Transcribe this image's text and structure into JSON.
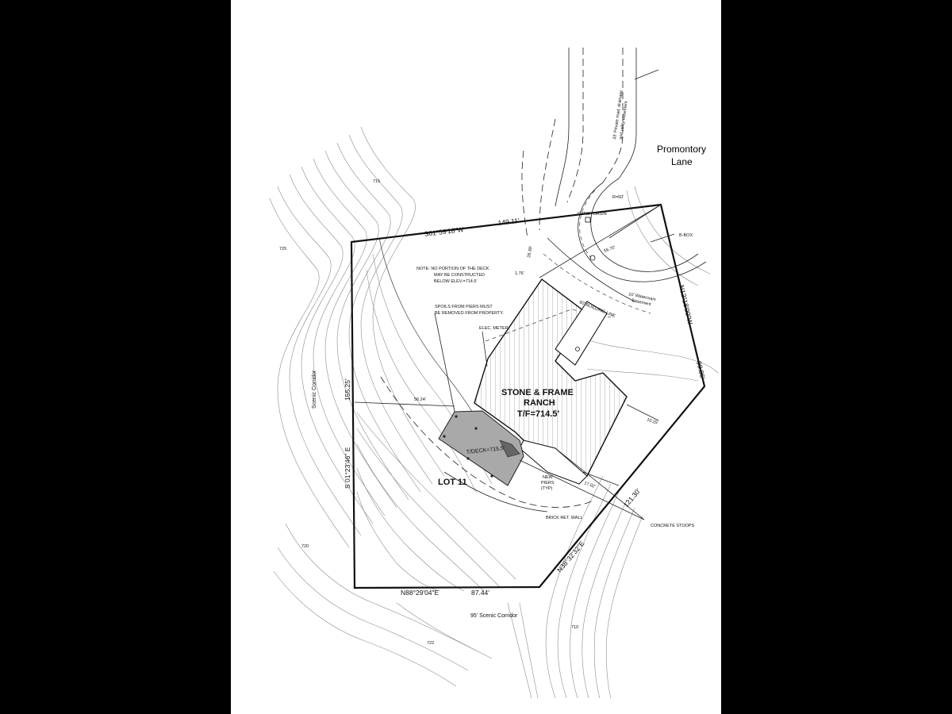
{
  "colors": {
    "background": "#000000",
    "paper": "#ffffff",
    "line": "#111111",
    "contour": "#8c8c8c",
    "deck_fill": "#a9a9a9"
  },
  "labels": {
    "road_name_1": "Promontory",
    "road_name_2": "Lane",
    "easement_1": "33' Private road, drainage",
    "easement_2": "and utility easement",
    "radius": "R=50'",
    "cb": "CATCH BASIN",
    "bbox": "B-BOX",
    "watermain_1": "10' Watermain",
    "watermain_2": "Easement",
    "bearing_north": "S61°59'18\"W",
    "dist_north": "149.11'",
    "bearing_east": "N12°18'00\"W",
    "dist_east": "90.86'",
    "bearing_west": "S 01°23'46\" E",
    "dist_west": "155.25'",
    "bearing_south": "N88°29'04\"E",
    "dist_south": "87.44'",
    "bearing_se": "N38°32'32\"E",
    "dist_se": "121.30'",
    "note_1": "NOTE: NO PORTION OF THE DECK",
    "note_2": "MAY BE CONSTRUCTED",
    "note_3": "BELOW ELEV.=714.5'",
    "spoils_1": "SPOILS FROM PIERS MUST",
    "spoils_2": "BE REMOVED FROM PROPERTY.",
    "elec_meter": "ELEC. METER",
    "house_1": "STONE & FRAME",
    "house_2": "RANCH",
    "house_3": "T/F=714.5'",
    "deck": "T/DECK=715.5'",
    "lot": "LOT 11",
    "new_piers_1": "NEW",
    "new_piers_2": "PIERS",
    "new_piers_3": "(TYP)",
    "brick_wall": "BRICK RET. WALL",
    "concrete_stoops": "CONCRETE STOOPS",
    "building_line": "60' BUILDING LINE",
    "scenic_west": "Scenic Corridor",
    "scenic_south": "95' Scenic Corridor",
    "dim_5624": "56.24'",
    "dim_5670": "56.70'",
    "dim_2639": "26.39'",
    "dim_1702": "17.02'",
    "dim_1025": "10.25'",
    "dim_176": "1.76'",
    "contour_a": "725",
    "contour_b": "720",
    "contour_c": "715",
    "contour_d": "710",
    "contour_e": "722"
  }
}
